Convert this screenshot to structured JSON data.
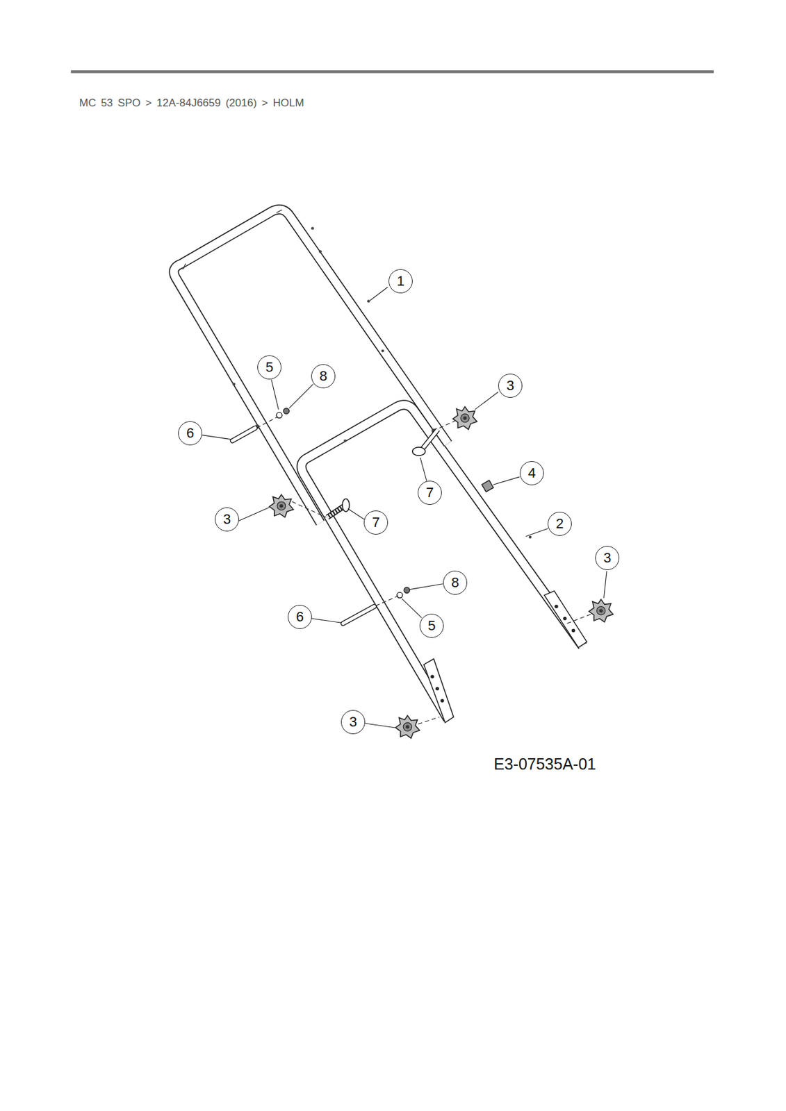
{
  "diagram": {
    "title": "MC 53 SPO > 12A-84J6659 (2016) > HOLM",
    "labels": [
      "1",
      "5",
      "8",
      "3",
      "6",
      "4",
      "7",
      "3",
      "7",
      "2",
      "3",
      "8",
      "6",
      "5",
      "3",
      "E3-07535A-01"
    ]
  }
}
